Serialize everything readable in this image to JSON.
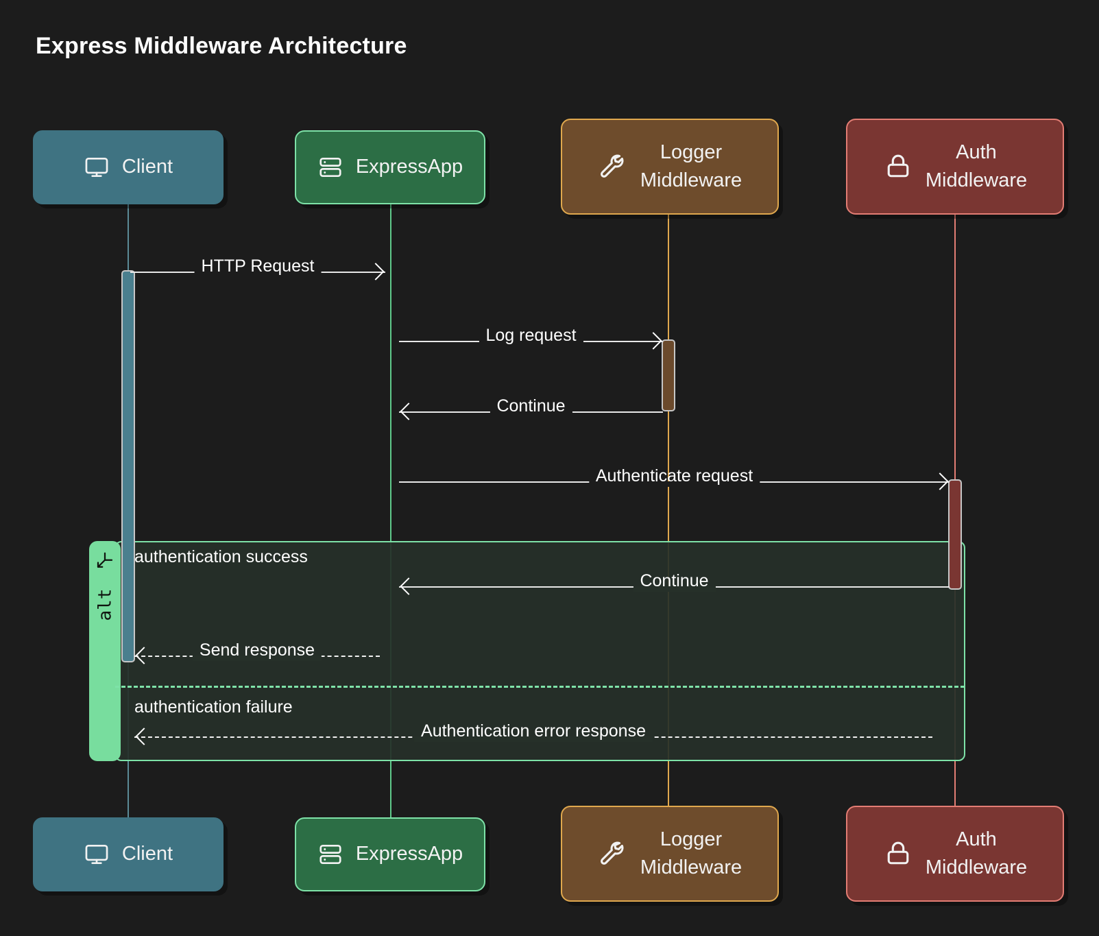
{
  "title": "Express Middleware Architecture",
  "theme": {
    "background": "#1c1c1c",
    "text": "#ffffff",
    "arrow": "#ffffff",
    "alt_border": "#7ee2a8",
    "alt_tab": "#78dd9e",
    "alt_fill": "#263029"
  },
  "participants": [
    {
      "id": "client",
      "label": "Client",
      "icon": "monitor-icon",
      "fill": "#3f7382",
      "border": "#3f7382",
      "lifeline_color": "#5b8b96",
      "activation_fill": "#4a7f8e"
    },
    {
      "id": "expressapp",
      "label": "ExpressApp",
      "icon": "server-icon",
      "fill": "#2c6e45",
      "border": "#7ee2a8",
      "lifeline_color": "#5fca8b",
      "activation_fill": "#2c6e45"
    },
    {
      "id": "logger",
      "label": "Logger\nMiddleware",
      "icon": "wrench-icon",
      "fill": "#6e4c2c",
      "border": "#e0a84e",
      "lifeline_color": "#e0a84e",
      "activation_fill": "#6e4c2c"
    },
    {
      "id": "auth",
      "label": "Auth\nMiddleware",
      "icon": "lock-icon",
      "fill": "#7a3632",
      "border": "#e37d74",
      "lifeline_color": "#e37d74",
      "activation_fill": "#7a3632"
    }
  ],
  "messages": [
    {
      "id": "m1",
      "label": "HTTP Request",
      "from": "client",
      "to": "expressapp",
      "style": "solid",
      "direction": "right"
    },
    {
      "id": "m2",
      "label": "Log request",
      "from": "expressapp",
      "to": "logger",
      "style": "solid",
      "direction": "right"
    },
    {
      "id": "m3",
      "label": "Continue",
      "from": "logger",
      "to": "expressapp",
      "style": "solid",
      "direction": "left"
    },
    {
      "id": "m4",
      "label": "Authenticate request",
      "from": "expressapp",
      "to": "auth",
      "style": "solid",
      "direction": "right"
    },
    {
      "id": "m5",
      "label": "Continue",
      "from": "auth",
      "to": "expressapp",
      "style": "solid",
      "direction": "left"
    },
    {
      "id": "m6",
      "label": "Send response",
      "from": "expressapp",
      "to": "client",
      "style": "dashed",
      "direction": "left"
    },
    {
      "id": "m7",
      "label": "Authentication error response",
      "from": "auth",
      "to": "client",
      "style": "dashed",
      "direction": "left"
    }
  ],
  "alt_block": {
    "keyword": "alt",
    "branch_icon": "branch-icon",
    "conditions": [
      {
        "id": "c1",
        "label": "authentication success"
      },
      {
        "id": "c2",
        "label": "authentication failure"
      }
    ]
  }
}
